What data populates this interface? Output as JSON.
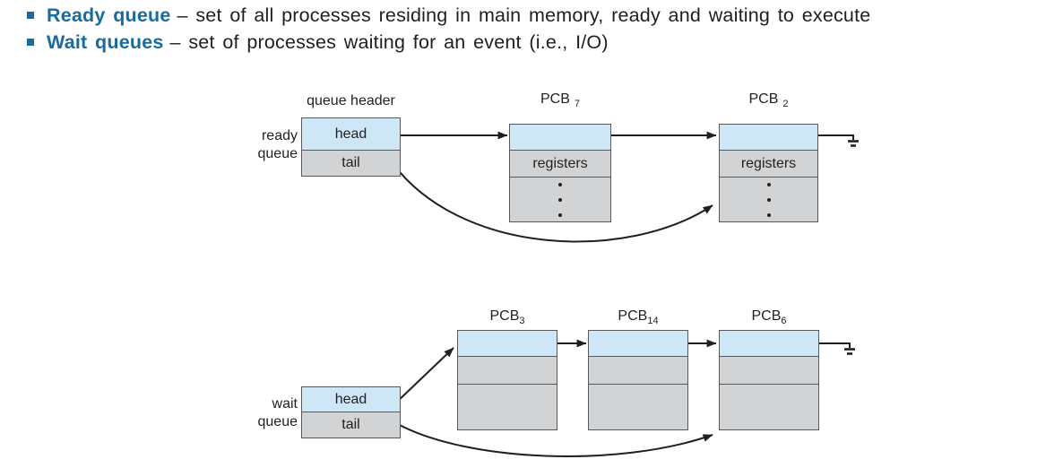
{
  "colors": {
    "accent_blue": "#186b9e",
    "box_blue": "#cde7f7",
    "box_gray": "#d2d3d4",
    "border_gray": "#58595b",
    "line_black": "#231f20"
  },
  "bullets": [
    {
      "term": "Ready queue",
      "rest": "– set of all processes residing in main memory, ready and waiting to execute"
    },
    {
      "term": "Wait queues",
      "rest": "– set of processes waiting for an event (i.e., I/O)"
    }
  ],
  "ready_diagram": {
    "side_label": [
      "ready",
      "queue"
    ],
    "header_caption": "queue header",
    "head_label": "head",
    "tail_label": "tail",
    "pcbs": [
      {
        "base": "PCB",
        "sub": "7",
        "row2_label": "registers"
      },
      {
        "base": "PCB",
        "sub": "2",
        "row2_label": "registers"
      }
    ]
  },
  "wait_diagram": {
    "side_label": [
      "wait",
      "queue"
    ],
    "head_label": "head",
    "tail_label": "tail",
    "pcbs": [
      {
        "base": "PCB",
        "sub": "3"
      },
      {
        "base": "PCB",
        "sub": "14"
      },
      {
        "base": "PCB",
        "sub": "6"
      }
    ]
  }
}
